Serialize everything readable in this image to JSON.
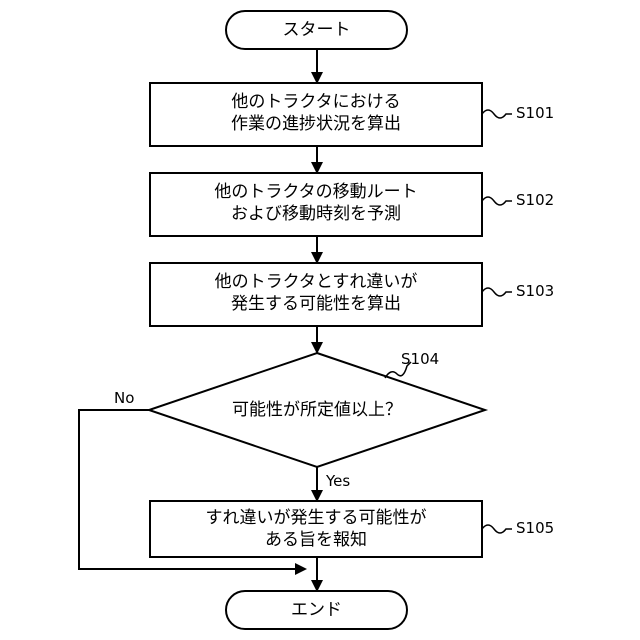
{
  "flowchart": {
    "start": {
      "label": "スタート"
    },
    "end": {
      "label": "エンド"
    },
    "steps": [
      {
        "id": "S101",
        "lines": [
          "他のトラクタにおける",
          "作業の進捗状況を算出"
        ]
      },
      {
        "id": "S102",
        "lines": [
          "他のトラクタの移動ルート",
          "および移動時刻を予測"
        ]
      },
      {
        "id": "S103",
        "lines": [
          "他のトラクタとすれ違いが",
          "発生する可能性を算出"
        ]
      },
      {
        "id": "S105",
        "lines": [
          "すれ違いが発生する可能性が",
          "ある旨を報知"
        ]
      }
    ],
    "decision": {
      "id": "S104",
      "question": "可能性が所定値以上？",
      "yes_label": "Yes",
      "no_label": "No"
    }
  }
}
